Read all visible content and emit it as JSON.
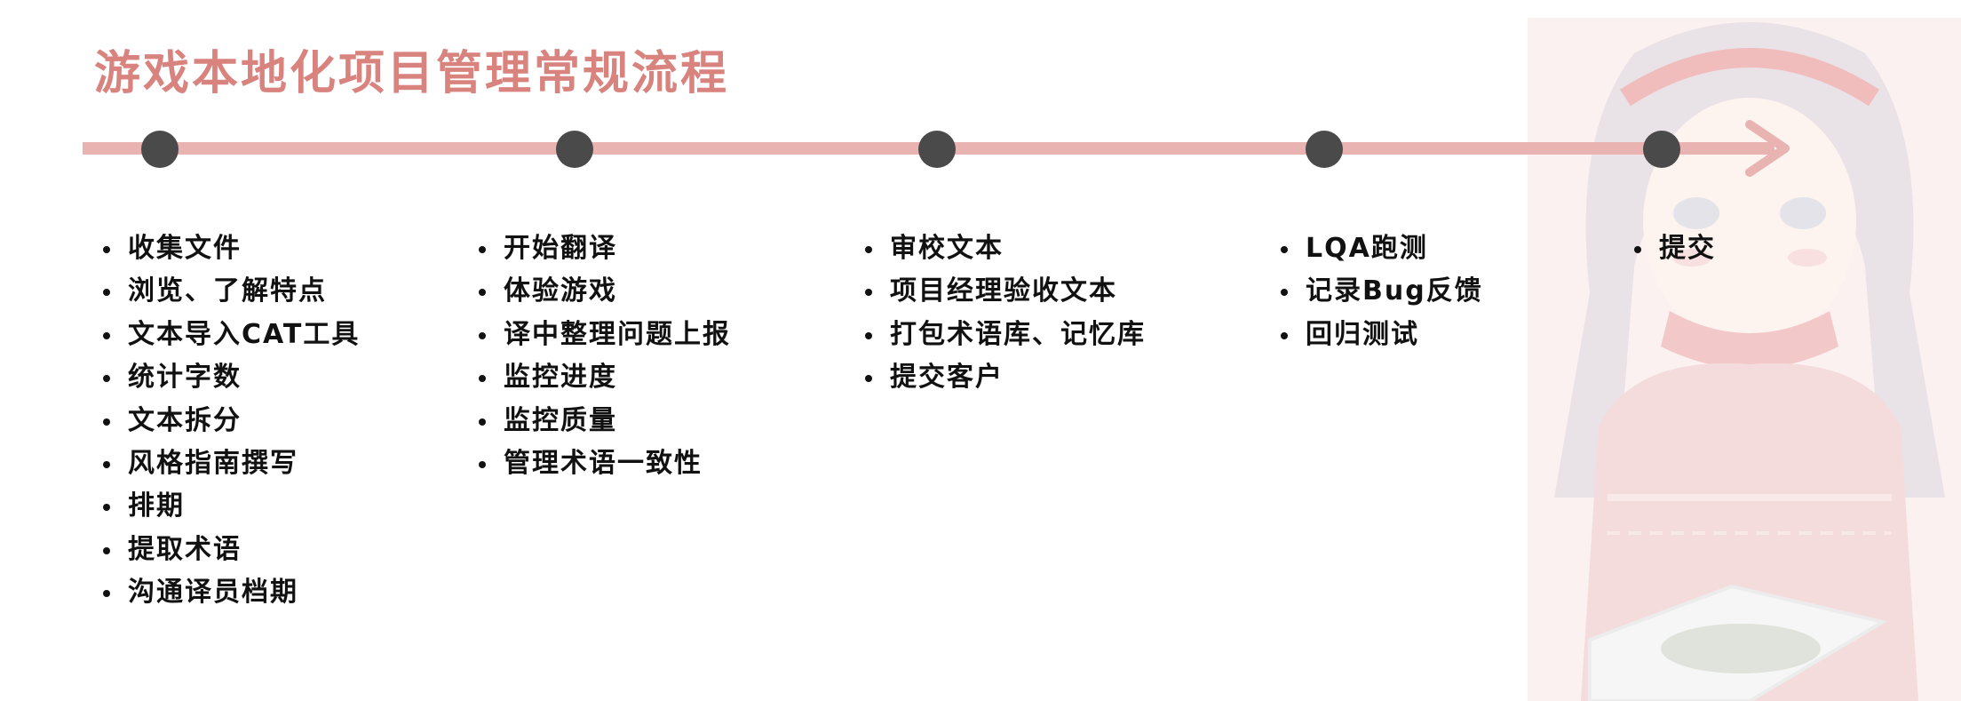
{
  "title": "游戏本地化项目管理常规流程",
  "colors": {
    "title": "#d9837f",
    "timeline": "#e8b3b1",
    "node": "#4a4a4a",
    "text": "#111111",
    "figure_tint": "#f3d6d6"
  },
  "steps": [
    {
      "items": [
        "收集文件",
        "浏览、了解特点",
        "文本导入CAT工具",
        "统计字数",
        "文本拆分",
        "风格指南撰写",
        "排期",
        "提取术语",
        "沟通译员档期"
      ]
    },
    {
      "items": [
        "开始翻译",
        "体验游戏",
        "译中整理问题上报",
        "监控进度",
        "监控质量",
        "管理术语一致性"
      ]
    },
    {
      "items": [
        "审校文本",
        "项目经理验收文本",
        "打包术语库、记忆库",
        "提交客户"
      ]
    },
    {
      "items": [
        "LQA跑测",
        "记录Bug反馈",
        "回归测试"
      ]
    },
    {
      "items": [
        "提交"
      ]
    }
  ],
  "background_image": "faded-anime-girl-illustration"
}
